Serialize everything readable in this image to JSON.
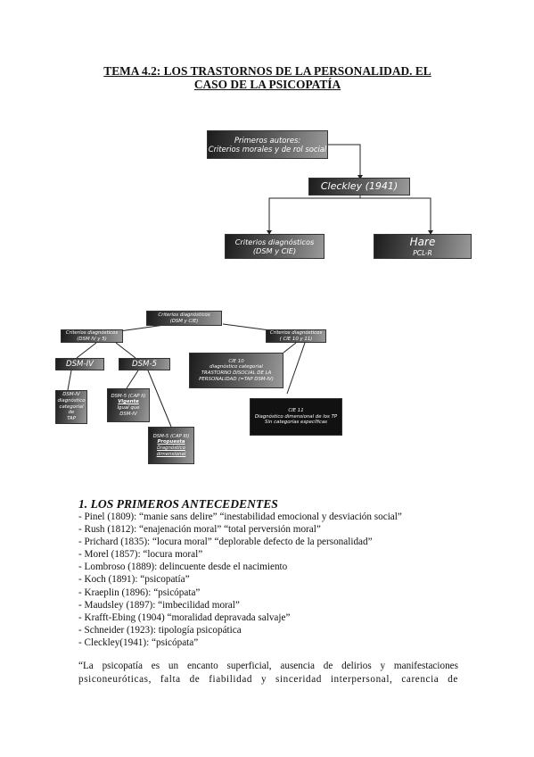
{
  "title_line1": "TEMA 4.2: LOS TRASTORNOS DE LA PERSONALIDAD. EL",
  "title_line2": "CASO DE LA PSICOPATÍA",
  "diagram1": {
    "primeros_line1": "Primeros autores:",
    "primeros_line2": "Criterios morales y de rol social",
    "cleckley": "Cleckley (1941)",
    "criterios_line1": "Criterios diagnósticos",
    "criterios_line2": "(DSM y CIE)",
    "hare": "Hare",
    "pclr": "PCL-R"
  },
  "diagram2": {
    "top_line1": "Criterios diagnósticos",
    "top_line2": "(DSM y CIE)",
    "left_line1": "Criterios diagnósticos",
    "left_line2": "(DSM IV y 5)",
    "right_line1": "Criterios diagnósticos",
    "right_line2": "( CIE 10 y 11)",
    "dsm4": "DSM-IV",
    "dsm5": "DSM-5",
    "dsm4_desc": [
      "DSM-IV",
      "diagnóstico",
      "categorial de",
      "TAP"
    ],
    "dsm5_cap2": [
      "DSM-5 (CAP II)",
      "Vigente",
      "Igual que",
      "DSM-IV"
    ],
    "dsm5_cap3": [
      "DSM-5 (CAP III)",
      "Propuesta",
      "Diagnóstico",
      "dimensional"
    ],
    "cie10": [
      "CIE 10",
      "diagnóstico categorial",
      "TRASTORNO DISOCIAL DE LA",
      "PERSONALIDAD (=TAP DSM-IV)"
    ],
    "cie11": [
      "CIE 11",
      "Diagnóstico dimensional de los TP",
      "Sin categorías específicas"
    ]
  },
  "section_title": "1. LOS PRIMEROS ANTECEDENTES",
  "antecedentes": [
    "- Pinel (1809): “manie sans delire”  “inestabilidad emocional y desviación social”",
    "- Rush (1812): “enajenación moral”  “total perversión moral”",
    "- Prichard (1835): “locura moral”  “deplorable defecto de la personalidad”",
    "- Morel (1857): “locura moral”",
    "- Lombroso (1889): delincuente desde el nacimiento",
    "- Koch (1891): “psicopatía”",
    "- Kraeplin (1896): “psicópata”",
    "- Maudsley (1897): “imbecilidad moral”",
    "- Krafft-Ebing (1904) “moralidad depravada salvaje”",
    "- Schneider (1923): tipología psicopática",
    "- Cleckley(1941): “psicópata”"
  ],
  "quote_line1": "“La psicopatía es un encanto superficial, ausencia de delirios y manifestaciones",
  "quote_line2": "psiconeuróticas, falta de fiabilidad y sinceridad interpersonal, carencia de"
}
